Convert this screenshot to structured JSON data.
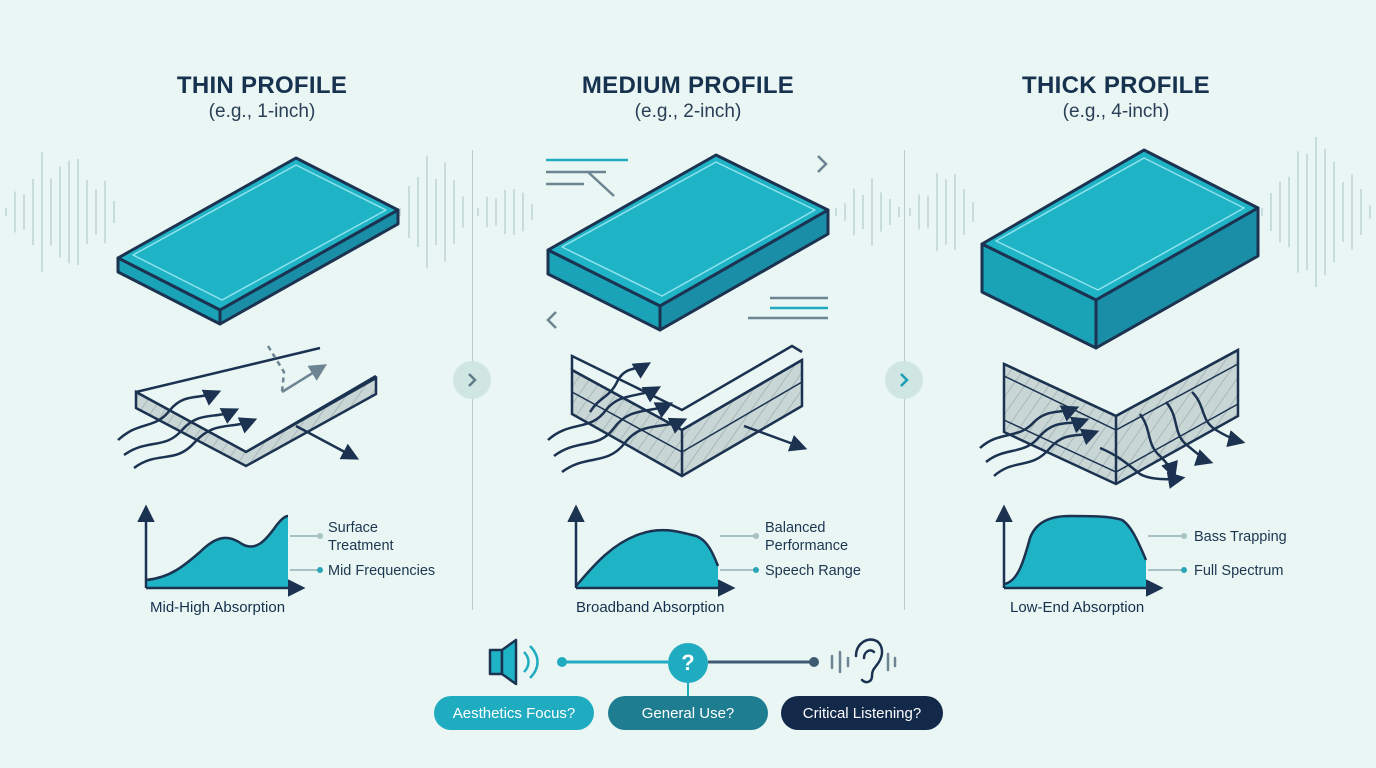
{
  "profiles": [
    {
      "title": "THIN PROFILE",
      "subtitle": "(e.g., 1-inch)",
      "labels": [
        "Surface\nTreatment",
        "Mid Frequencies"
      ],
      "axis_title": "Mid-High Absorption"
    },
    {
      "title": "MEDIUM PROFILE",
      "subtitle": "(e.g., 2-inch)",
      "labels": [
        "Balanced\nPerformance",
        "Speech Range"
      ],
      "axis_title": "Broadband Absorption"
    },
    {
      "title": "THICK PROFILE",
      "subtitle": "(e.g., 4-inch)",
      "labels": [
        "Bass Trapping",
        "Full Spectrum"
      ],
      "axis_title": "Low-End Absorption"
    }
  ],
  "decision": {
    "question_mark": "?",
    "options": [
      "Aesthetics Focus?",
      "General Use?",
      "Critical Listening?"
    ]
  },
  "icons": {
    "left": "speaker-icon",
    "right": "ear-icon",
    "nav": "chevron-right-icon"
  },
  "colors": {
    "background": "#eaf6f4",
    "panel_top": "#1fb3c6",
    "panel_side": "#1a8ea6",
    "outline": "#1b3250",
    "accent": "#20acc0",
    "mid_pill": "#1e7d90",
    "dark_pill": "#13294a"
  }
}
